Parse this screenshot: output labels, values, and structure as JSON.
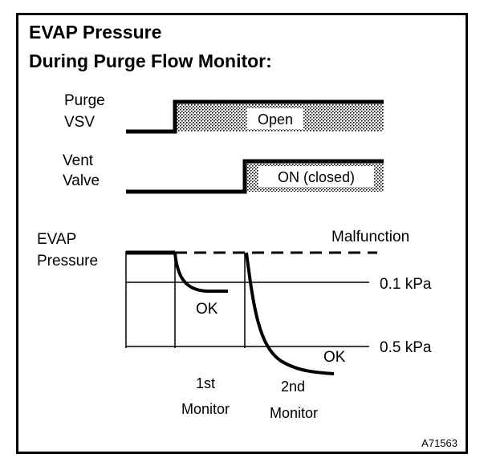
{
  "title_line1": "EVAP Pressure",
  "title_line2": "During Purge Flow Monitor:",
  "purge_label_1": "Purge",
  "purge_label_2": "VSV",
  "purge_state": "Open",
  "vent_label_1": "Vent",
  "vent_label_2": "Valve",
  "vent_state": "ON (closed)",
  "evap_label_1": "EVAP",
  "evap_label_2": "Pressure",
  "malfunction": "Malfunction",
  "kpa_01": "0.1 kPa",
  "kpa_05": "0.5 kPa",
  "ok_1": "OK",
  "ok_2": "OK",
  "monitor1_line1": "1st",
  "monitor1_line2": "Monitor",
  "monitor2_line1": "2nd",
  "monitor2_line2": "Monitor",
  "figure_code": "A71563"
}
